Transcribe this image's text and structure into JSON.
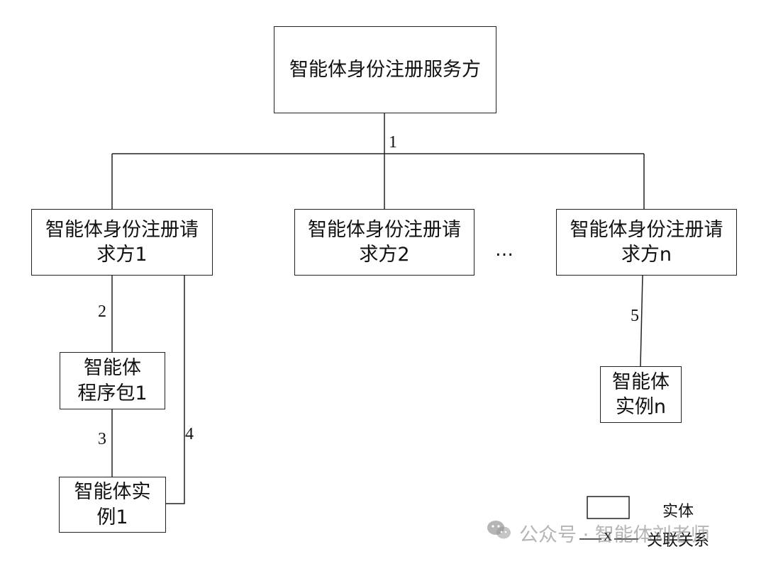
{
  "nodes": {
    "service": "智能体身份注册服务方",
    "requester1": "智能体身份注册请\n求方1",
    "requester2": "智能体身份注册请\n求方2",
    "requesterN": "智能体身份注册请\n求方n",
    "package1": "智能体\n程序包1",
    "instance1": "智能体实\n例1",
    "instanceN": "智能体\n实例n"
  },
  "ellipsis": "…",
  "edges": {
    "e1": "1",
    "e2": "2",
    "e3": "3",
    "e4": "4",
    "e5": "5"
  },
  "legend": {
    "entity_label": "实体",
    "relation_symbol": "x",
    "relation_label": "关联关系"
  },
  "watermark": {
    "text": "公众号 · 智能体刘老师",
    "icon": "wechat-icon"
  }
}
